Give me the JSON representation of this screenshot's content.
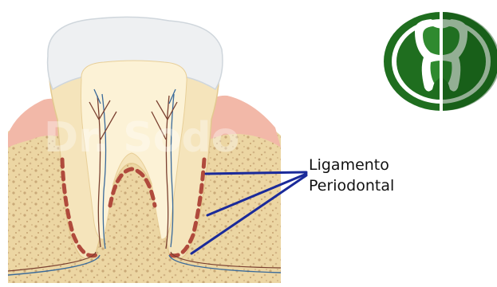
{
  "label": {
    "line1": "Ligamento",
    "line2": "Periodontal"
  },
  "watermark_text": "Dr. Sodo",
  "colors": {
    "enamel": "#eef0f2",
    "dentin": "#f7e9c4",
    "pulp": "#fcf2d6",
    "gum": "#f2b8a8",
    "bone": "#ecd6a3",
    "ligament": "#b04a3c",
    "pointer_lines": "#1a2a9a",
    "logo_green": "#1f6e1f"
  },
  "icons": {
    "logo": "tooth-logo-icon"
  }
}
